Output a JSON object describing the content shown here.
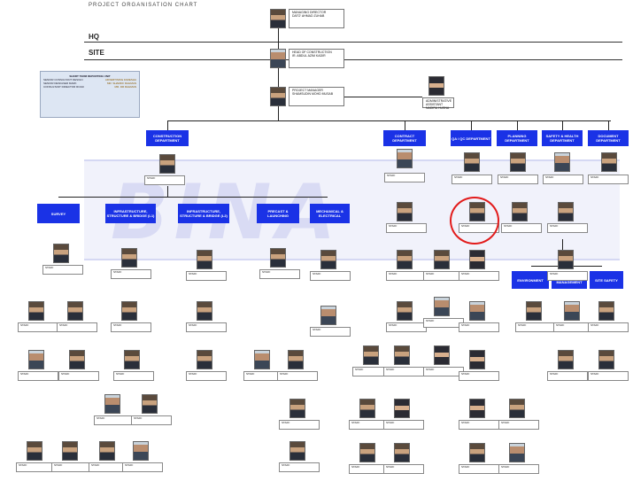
{
  "zones": {
    "hq": "HQ",
    "site": "SITE"
  },
  "top_chain": [
    {
      "id": "md",
      "name_line1": "MANAGING DIRECTOR",
      "name_line2": "DATO' AHMAD ZUHAB"
    },
    {
      "id": "hoc",
      "name_line1": "HEAD OF CONSTRUCTION",
      "name_line2": "IR. ABDUL AZIM KADIR"
    },
    {
      "id": "pm",
      "name_line1": "PROJECT MANAGER",
      "name_line2": "SHAMSUDIN MOHD MUSAB"
    }
  ],
  "admin": {
    "label": "ADMINISTRATIVE ASSISTANT",
    "sub": "NADIRA HUSNA"
  },
  "legend": {
    "title": "SHORT TERM REPORTING UNIT",
    "rows": [
      [
        "SENIOR CONSULTANT DESIGN",
        "ADVERTISING FARESHA"
      ],
      [
        "SENIOR DESIGNER MARK",
        "MR. SHARIFF RAHMAN"
      ],
      [
        "CONSULTANT DIRECTOR ROAD",
        "MR. DR RAHMAN"
      ]
    ]
  },
  "departments": [
    {
      "label": "CONSTRUCTION DEPARTMENT"
    },
    {
      "label": "CONTRACT DEPARTMENT"
    },
    {
      "label": "QA / QC DEPARTMENT"
    },
    {
      "label": "PLANNING DEPARTMENT"
    },
    {
      "label": "SAFETY & HEALTH DEPARTMENT"
    },
    {
      "label": "DOCUMENT DEPARTMENT"
    }
  ],
  "sub_departments": [
    {
      "label": "SURVEY"
    },
    {
      "label": "INFRASTRUCTURE, STRUCTURE & BRIDGE (L1)"
    },
    {
      "label": "INFRASTRUCTURE, STRUCTURE & BRIDGE (L2)"
    },
    {
      "label": "PRECAST & LAUNCHING"
    },
    {
      "label": "MECHANICAL & ELECTRICAL"
    },
    {
      "label": "ENVIRONMENT"
    },
    {
      "label": "TRAFFIC MANAGEMENT"
    },
    {
      "label": "SITE SAFETY"
    }
  ],
  "staff_caption": "STAFF",
  "watermark_text": "BINA",
  "header_text": "PROJECT ORGANISATION CHART"
}
